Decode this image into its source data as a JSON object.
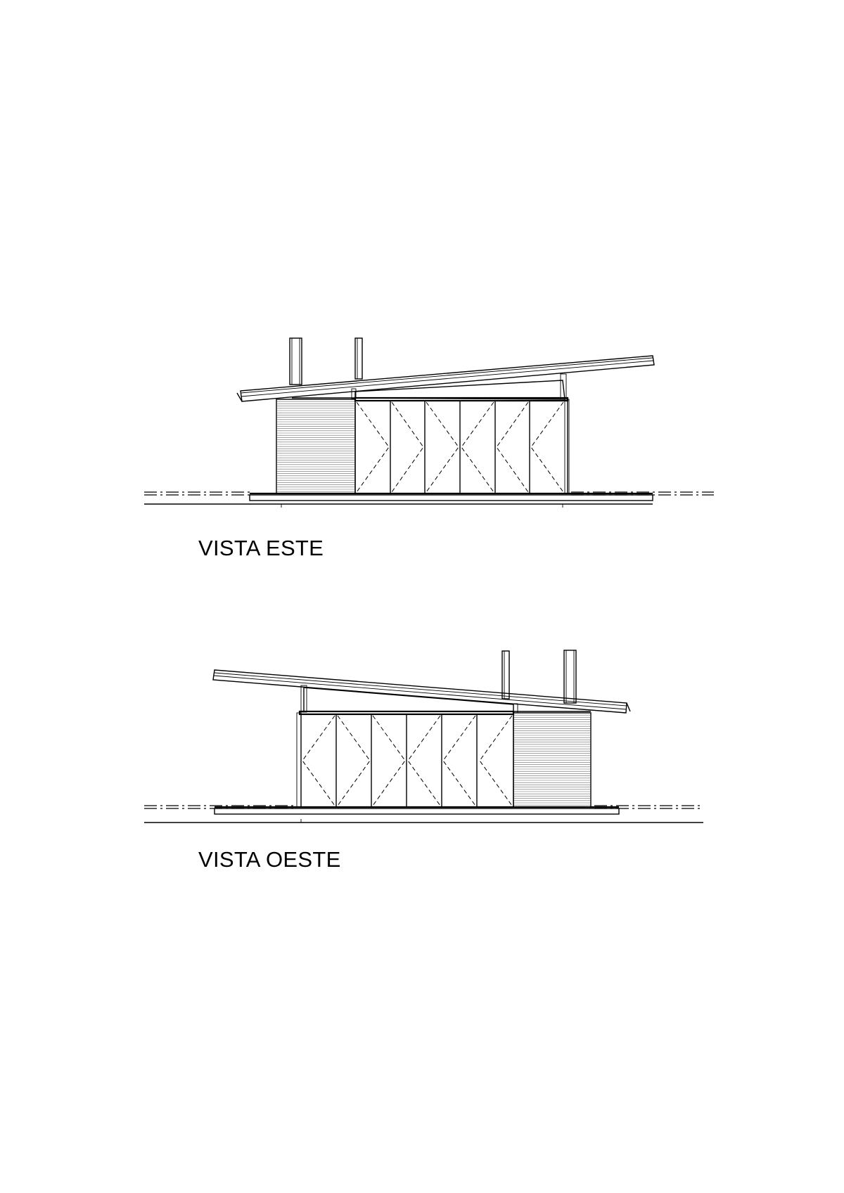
{
  "views": [
    {
      "id": "east",
      "label": "VISTA ESTE",
      "cladding_side": "left"
    },
    {
      "id": "west",
      "label": "VISTA OESTE",
      "cladding_side": "right"
    }
  ],
  "colors": {
    "line": "#000000",
    "background": "#ffffff"
  }
}
